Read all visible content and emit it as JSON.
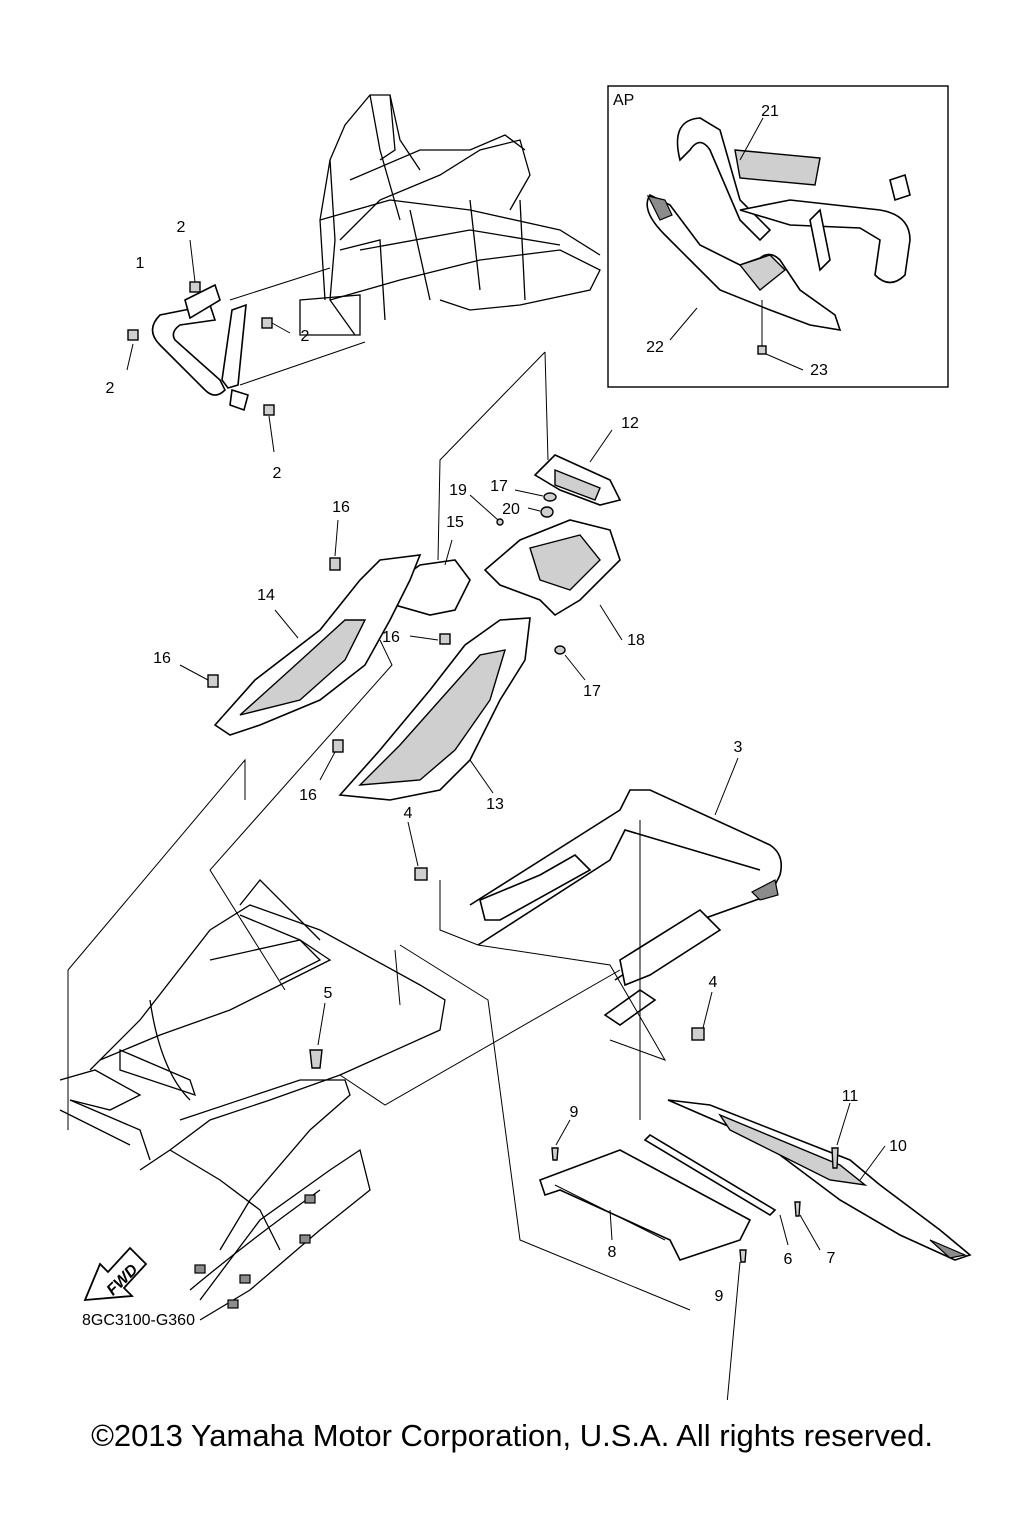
{
  "inset_label": "AP",
  "diagram_code": "8GC3100-G360",
  "fwd_label": "FWD",
  "callouts": [
    {
      "id": "c1",
      "text": "1"
    },
    {
      "id": "c2a",
      "text": "2"
    },
    {
      "id": "c2b",
      "text": "2"
    },
    {
      "id": "c2c",
      "text": "2"
    },
    {
      "id": "c2d",
      "text": "2"
    },
    {
      "id": "c3",
      "text": "3"
    },
    {
      "id": "c4a",
      "text": "4"
    },
    {
      "id": "c4b",
      "text": "4"
    },
    {
      "id": "c5",
      "text": "5"
    },
    {
      "id": "c6",
      "text": "6"
    },
    {
      "id": "c7",
      "text": "7"
    },
    {
      "id": "c8",
      "text": "8"
    },
    {
      "id": "c9a",
      "text": "9"
    },
    {
      "id": "c9b",
      "text": "9"
    },
    {
      "id": "c10",
      "text": "10"
    },
    {
      "id": "c11",
      "text": "11"
    },
    {
      "id": "c12",
      "text": "12"
    },
    {
      "id": "c13",
      "text": "13"
    },
    {
      "id": "c14",
      "text": "14"
    },
    {
      "id": "c15",
      "text": "15"
    },
    {
      "id": "c16a",
      "text": "16"
    },
    {
      "id": "c16b",
      "text": "16"
    },
    {
      "id": "c16c",
      "text": "16"
    },
    {
      "id": "c16d",
      "text": "16"
    },
    {
      "id": "c17a",
      "text": "17"
    },
    {
      "id": "c17b",
      "text": "17"
    },
    {
      "id": "c18",
      "text": "18"
    },
    {
      "id": "c19",
      "text": "19"
    },
    {
      "id": "c20",
      "text": "20"
    },
    {
      "id": "c21",
      "text": "21"
    },
    {
      "id": "c22",
      "text": "22"
    },
    {
      "id": "c23",
      "text": "23"
    }
  ],
  "copyright": "©2013 Yamaha Motor Corporation, U.S.A. All rights reserved."
}
